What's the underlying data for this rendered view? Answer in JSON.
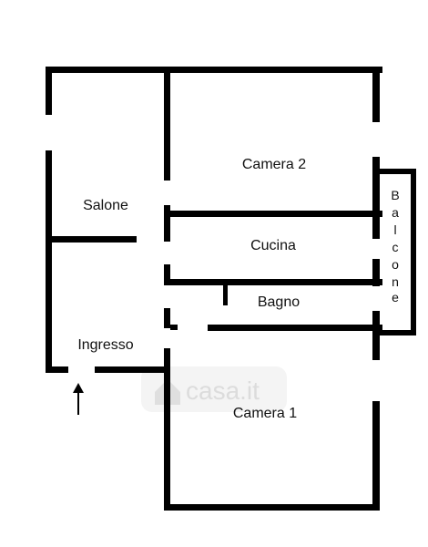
{
  "rooms": {
    "camera2": "Camera 2",
    "salone": "Salone",
    "cucina": "Cucina",
    "bagno": "Bagno",
    "ingresso": "Ingresso",
    "camera1": "Camera 1"
  },
  "balcone": {
    "letters": [
      "B",
      "a",
      "l",
      "c",
      "o",
      "n",
      "e"
    ]
  },
  "watermark": {
    "text": "casa.it"
  },
  "colors": {
    "wall": "#000000",
    "watermark": "#d9d9d9"
  },
  "icons": {
    "entrance": "arrow-up-icon",
    "watermark": "house-icon"
  }
}
